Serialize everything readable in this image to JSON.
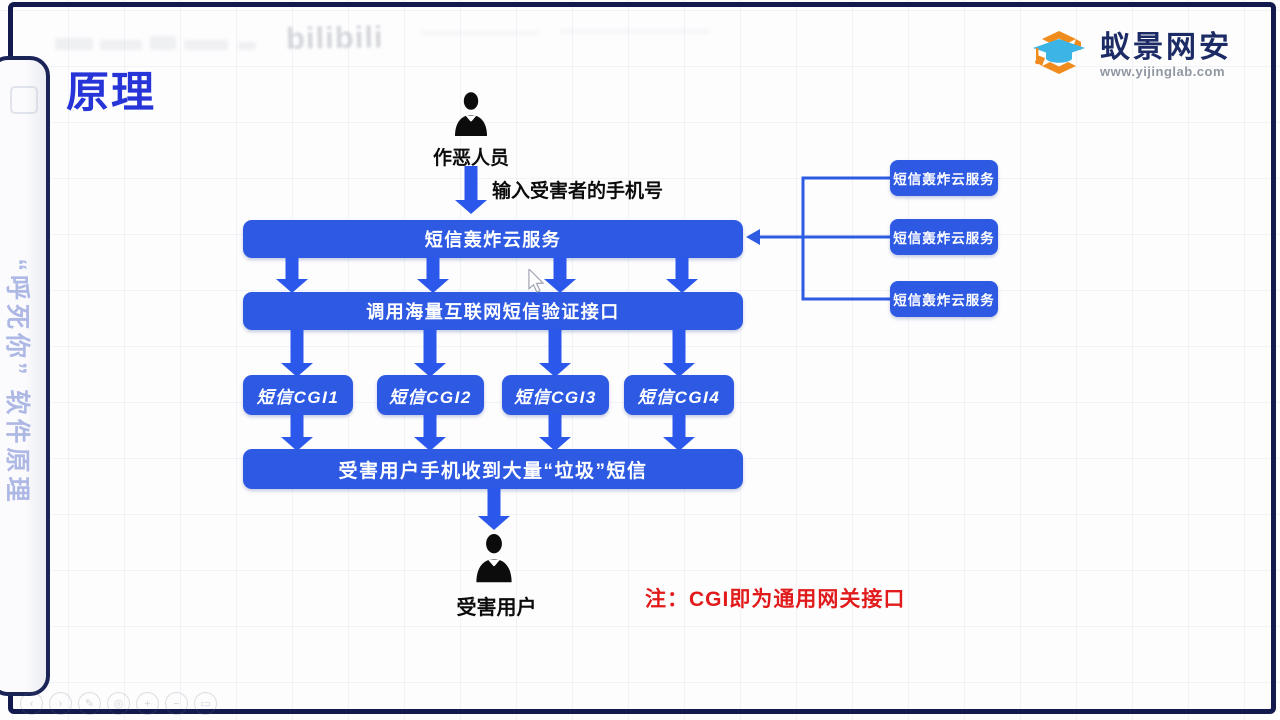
{
  "page": {
    "title": "原理",
    "watermark": "bilibili"
  },
  "logo": {
    "name": "蚁景网安",
    "url": "www.yijinglab.com"
  },
  "side_tab": {
    "label": "“呼死你” 软件原理"
  },
  "flow": {
    "actor_top": "作恶人员",
    "input_label": "输入受害者的手机号",
    "service_box": "短信轰炸云服务",
    "api_box": "调用海量互联网短信验证接口",
    "cgi": [
      "短信CGI1",
      "短信CGI2",
      "短信CGI3",
      "短信CGI4"
    ],
    "result_box": "受害用户手机收到大量“垃圾”短信",
    "actor_bottom": "受害用户",
    "note": "注：CGI即为通用网关接口",
    "side_services": [
      "短信轰炸云服务",
      "短信轰炸云服务",
      "短信轰炸云服务"
    ]
  },
  "colors": {
    "box_blue": "#2e5ae3",
    "arrow_blue": "#2b58ea",
    "title_blue": "#2735d8",
    "note_red": "#e11b1b",
    "frame_navy": "#131b4e",
    "logo_orange": "#f08c1e",
    "logo_cap_blue": "#3cb4e6"
  }
}
